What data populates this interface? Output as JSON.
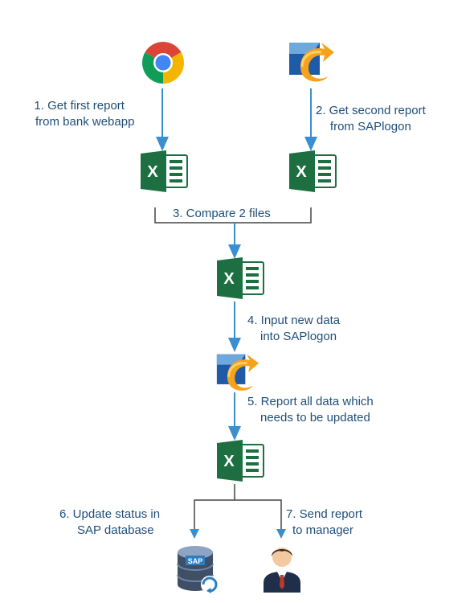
{
  "steps": [
    {
      "line1": "1. Get first report",
      "line2": "from bank webapp"
    },
    {
      "line1": "2. Get second report",
      "line2": "from SAPlogon"
    },
    {
      "line1": "3. Compare 2 files"
    },
    {
      "line1": "4. Input new data",
      "line2": "into SAPlogon"
    },
    {
      "line1": "5. Report all data which",
      "line2": "needs to be updated"
    },
    {
      "line1": "6. Update status in",
      "line2": "SAP database"
    },
    {
      "line1": "7. Send report",
      "line2": "to manager"
    }
  ],
  "sap_db_label": "SAP",
  "icons": {
    "browser": "chrome-icon",
    "sap_logon": "sap-logon-icon",
    "spreadsheet": "excel-icon",
    "database": "sap-database-icon",
    "manager": "manager-avatar-icon"
  },
  "colors": {
    "text": "#1f4e79",
    "arrow": "#3a8fd0",
    "connector": "#444444",
    "excel": "#1d6f42"
  }
}
